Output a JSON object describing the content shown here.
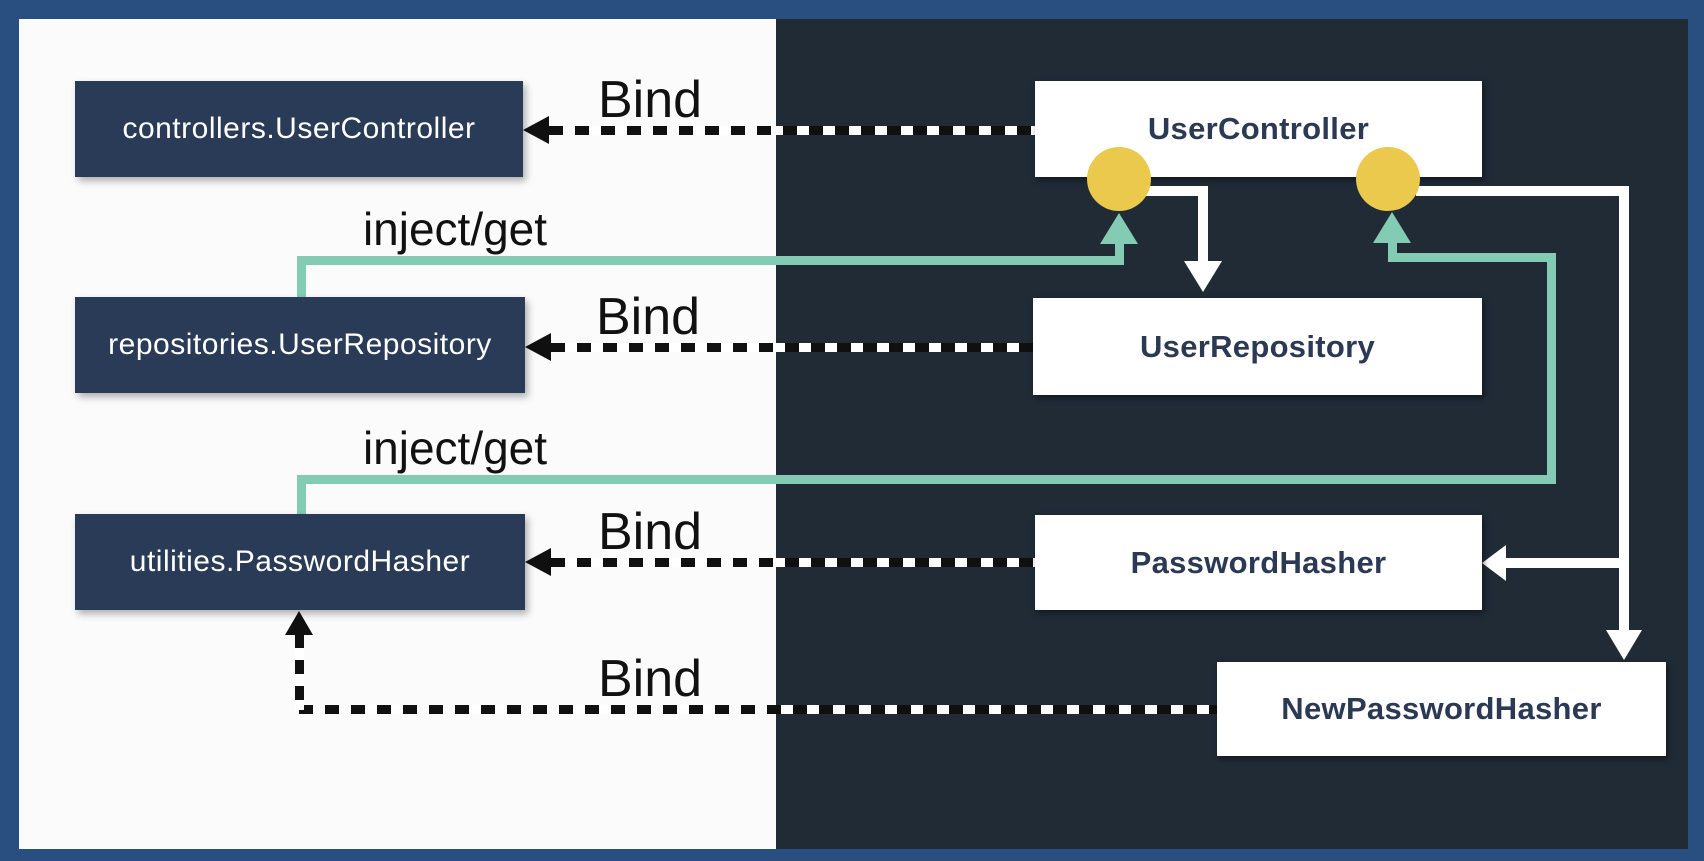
{
  "colors": {
    "frame_blue": "#294e80",
    "light_panel": "#fbfbfb",
    "dark_panel": "#202b36",
    "binding_box_navy": "#2a3b57",
    "class_box_white": "#ffffff",
    "class_text_navy": "#2b3954",
    "inject_teal": "#83cbb2",
    "marker_yellow": "#eac94d",
    "dash_black": "#101010",
    "arrow_white": "#ffffff"
  },
  "bindings": [
    {
      "label": "controllers.UserController"
    },
    {
      "label": "repositories.UserRepository"
    },
    {
      "label": "utilities.PasswordHasher"
    }
  ],
  "classes": [
    {
      "label": "UserController"
    },
    {
      "label": "UserRepository"
    },
    {
      "label": "PasswordHasher"
    },
    {
      "label": "NewPasswordHasher"
    }
  ],
  "edge_labels": {
    "bind_1": "Bind",
    "bind_2": "Bind",
    "bind_3": "Bind",
    "bind_4": "Bind",
    "inject_1": "inject/get",
    "inject_2": "inject/get"
  }
}
